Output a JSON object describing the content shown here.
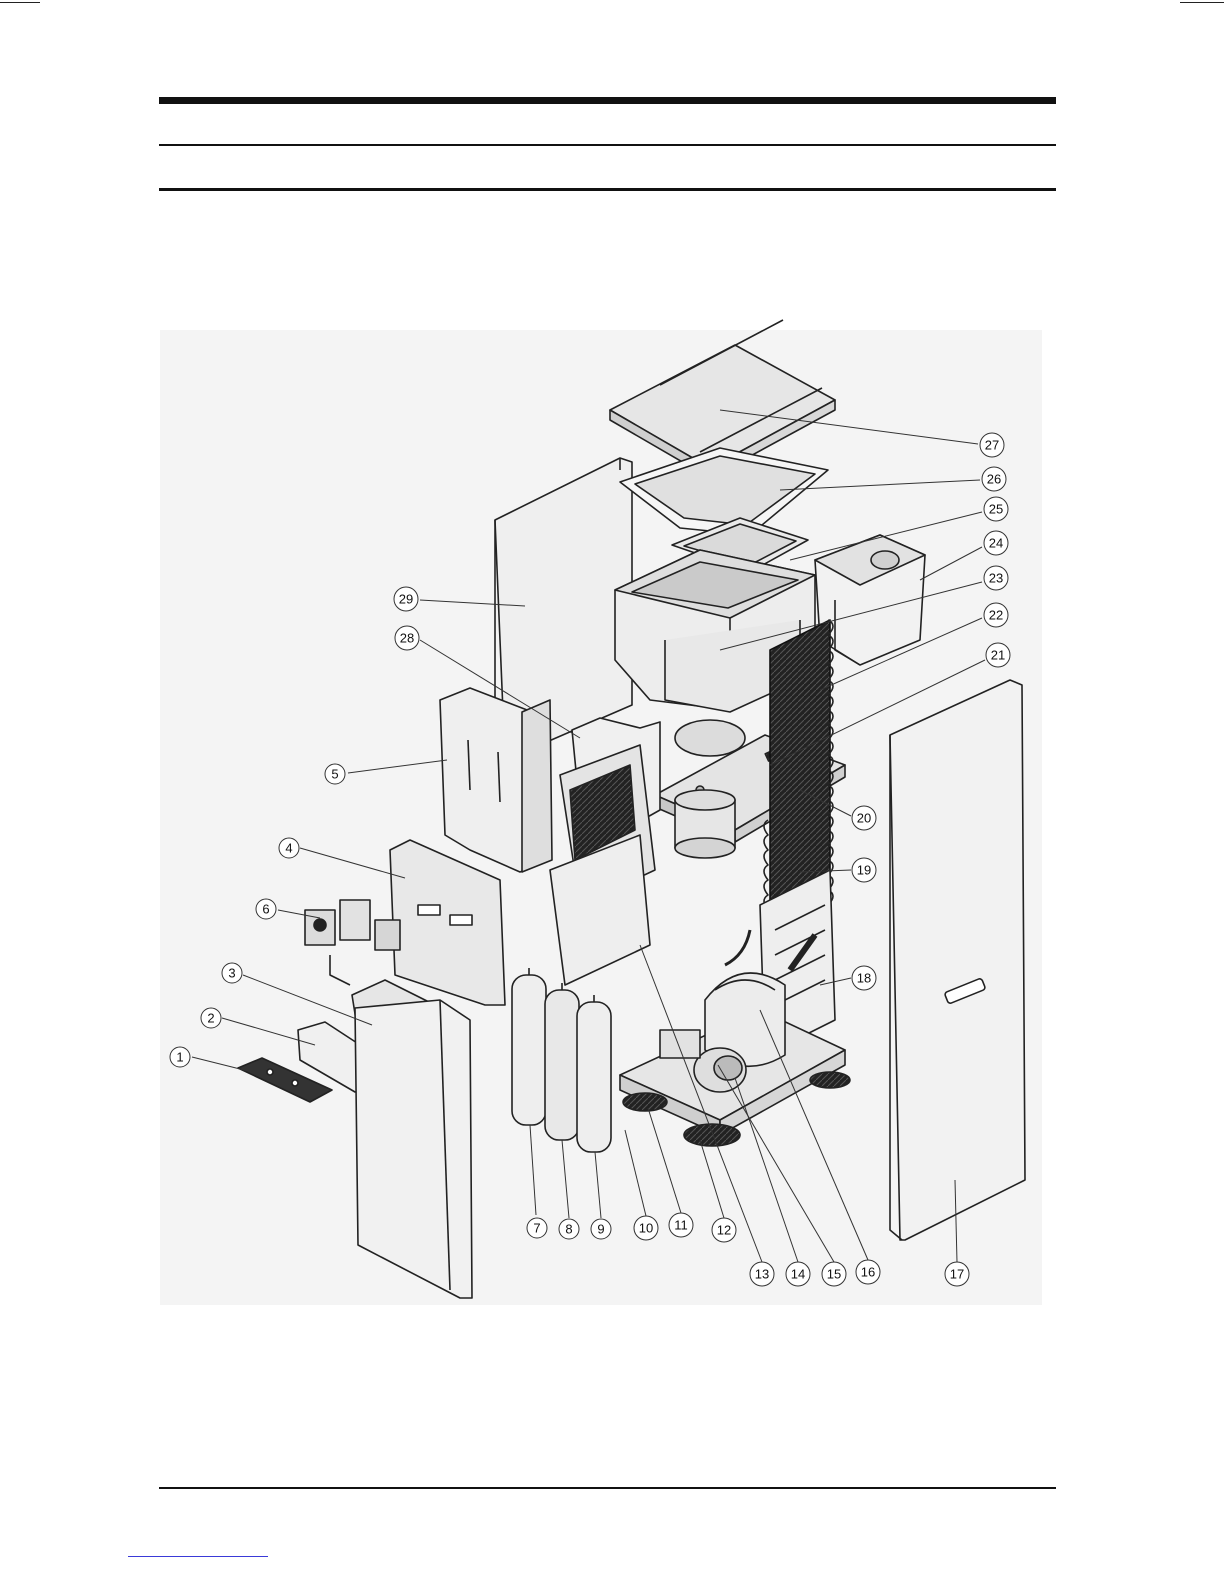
{
  "diagram": {
    "callouts": [
      "1",
      "2",
      "3",
      "4",
      "5",
      "6",
      "7",
      "8",
      "9",
      "10",
      "11",
      "12",
      "13",
      "14",
      "15",
      "16",
      "17",
      "18",
      "19",
      "20",
      "21",
      "22",
      "23",
      "24",
      "25",
      "26",
      "27",
      "28",
      "29"
    ]
  }
}
